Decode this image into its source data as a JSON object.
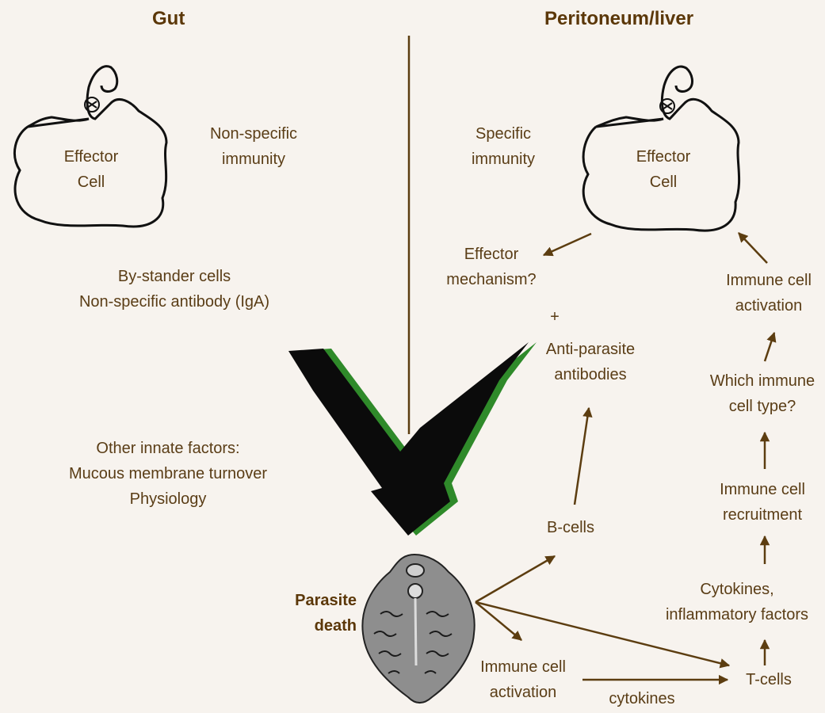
{
  "headings": {
    "left": "Gut",
    "right": "Peritoneum/liver"
  },
  "left": {
    "effector_cell": [
      "Effector",
      "Cell"
    ],
    "non_specific_immunity": [
      "Non-specific",
      "immunity"
    ],
    "bystander": [
      "By-stander cells",
      "Non-specific antibody (IgA)"
    ],
    "innate": [
      "Other innate factors:",
      "Mucous membrane turnover",
      "Physiology"
    ]
  },
  "right": {
    "specific_immunity": [
      "Specific",
      "immunity"
    ],
    "effector_cell": [
      "Effector",
      "Cell"
    ],
    "effector_mechanism": [
      "Effector",
      "mechanism?"
    ],
    "plus": "+",
    "anti_parasite": [
      "Anti-parasite",
      "antibodies"
    ],
    "b_cells": "B-cells",
    "activation_top": [
      "Immune cell",
      "activation"
    ],
    "which_cell": [
      "Which immune",
      "cell type?"
    ],
    "recruitment": [
      "Immune cell",
      "recruitment"
    ],
    "cytokines_factors": [
      "Cytokines,",
      "inflammatory factors"
    ],
    "t_cells": "T-cells",
    "activation_bottom": [
      "Immune cell",
      "activation"
    ],
    "cytokines": "cytokines"
  },
  "parasite_death": [
    "Parasite",
    "death"
  ],
  "colors": {
    "text": "#5a3d16",
    "heading": "#5b3708",
    "arrow": "#5c3d10",
    "chevron_fill": "#0b0b0b",
    "chevron_edge": "#2f8a2a",
    "background": "#f7f3ee"
  }
}
